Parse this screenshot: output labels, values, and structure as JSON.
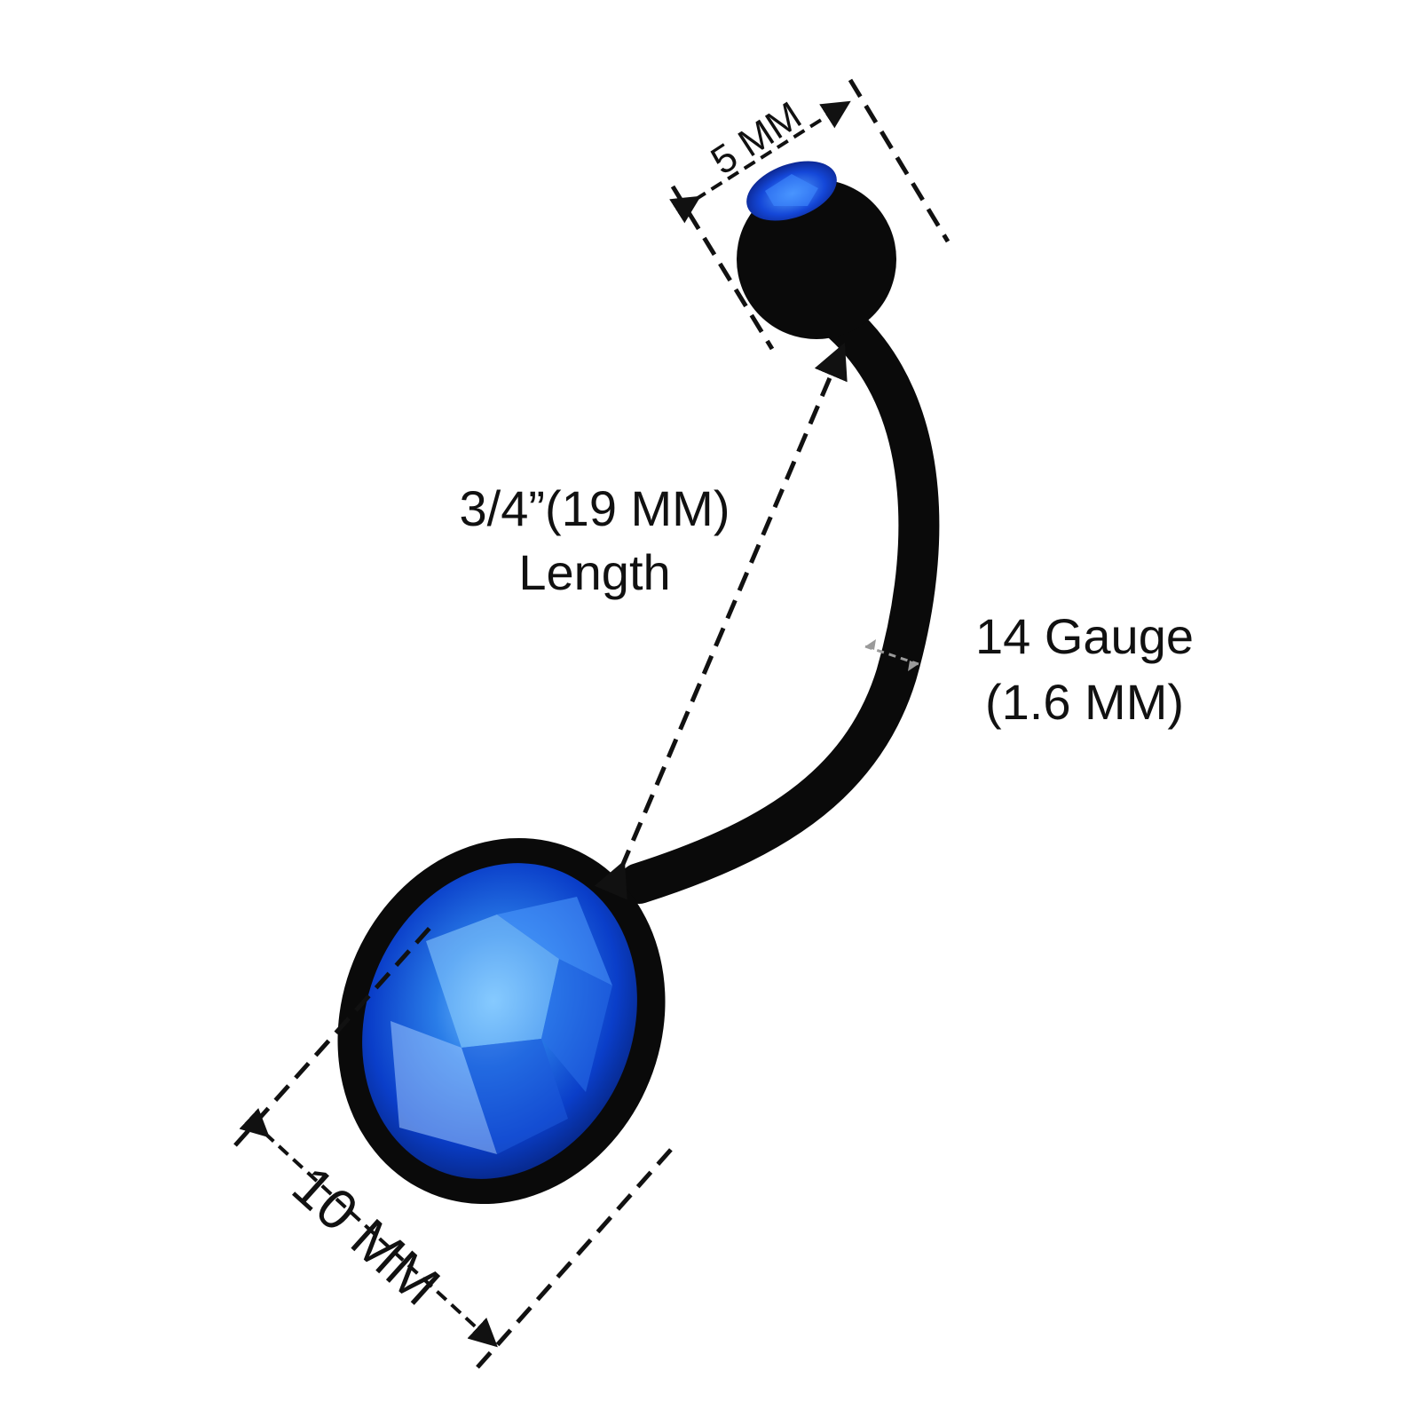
{
  "labels": {
    "ball_size": "5 MM",
    "length_line1": "3/4”(19 MM)",
    "length_line2": "Length",
    "gauge_line1": "14 Gauge",
    "gauge_line2": "(1.6 MM)",
    "gem_size": "10 MM"
  },
  "colors": {
    "background": "#ffffff",
    "metal": "#0a0a0a",
    "gem_dark": "#0a2fb8",
    "gem_mid": "#1f6fe0",
    "gem_light": "#6fb8ff",
    "guide": "#111111",
    "gauge_guide": "#9a9a9a"
  }
}
